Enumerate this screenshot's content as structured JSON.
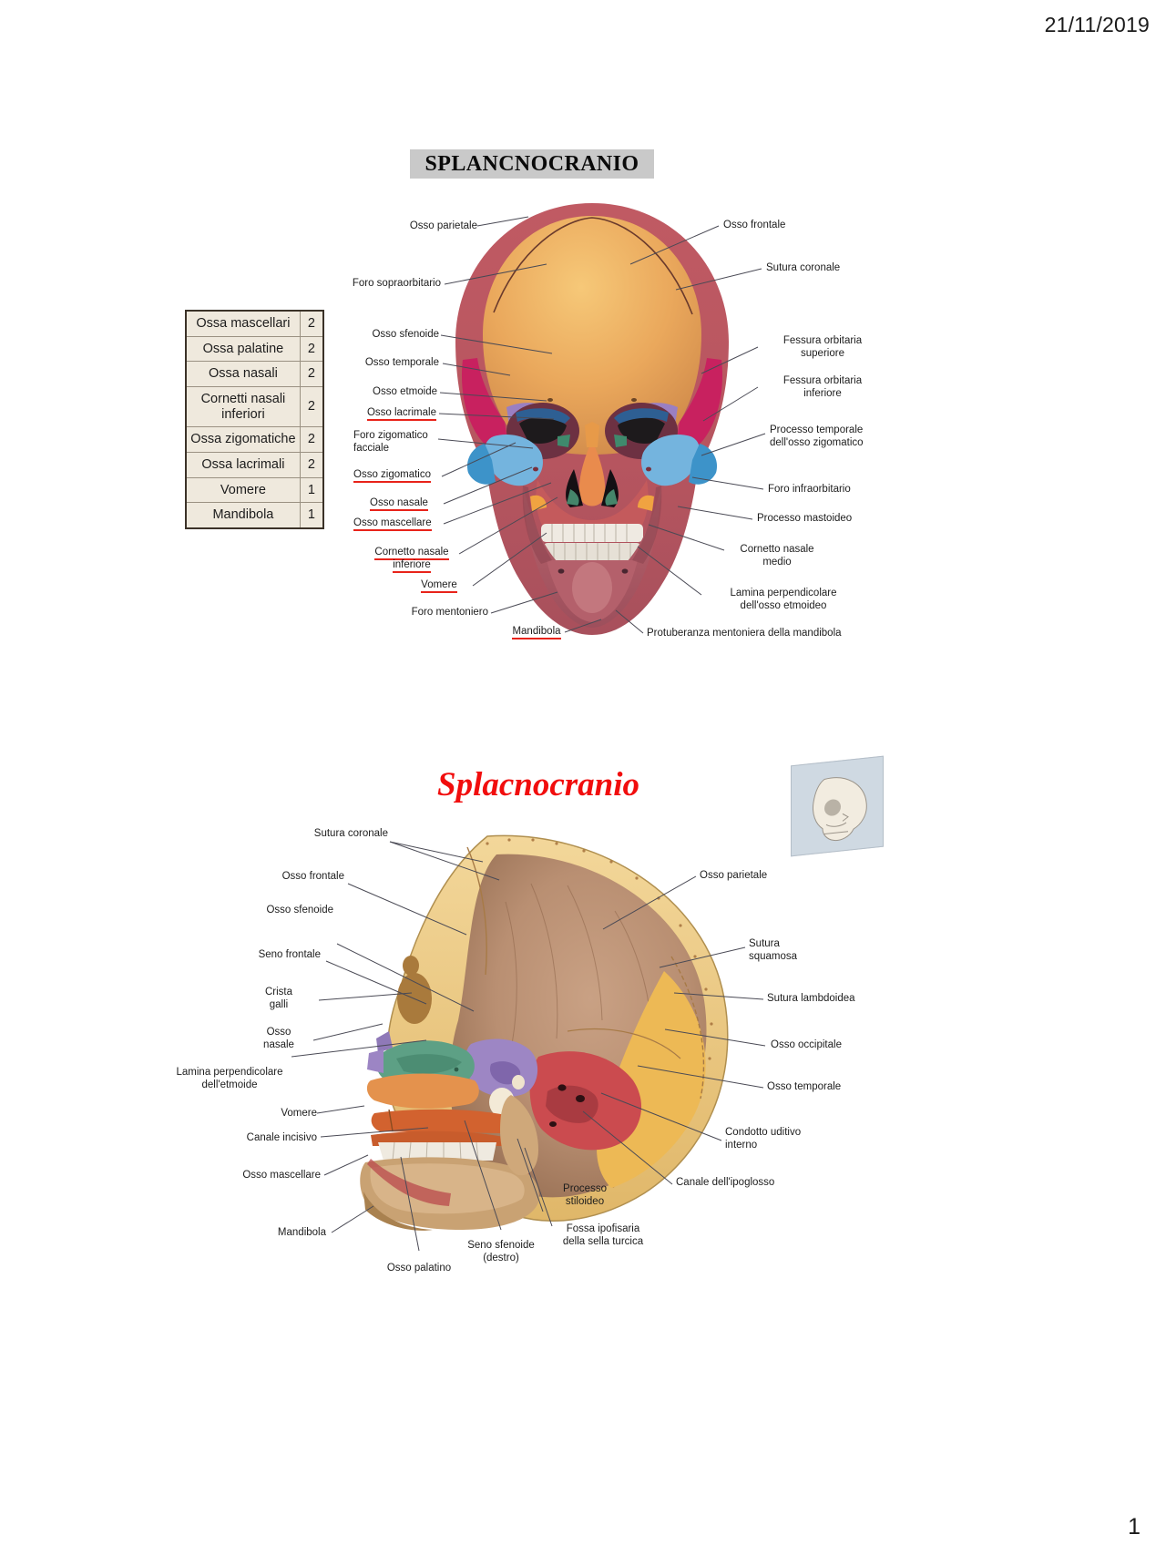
{
  "document": {
    "date": "21/11/2019",
    "page_number": "1"
  },
  "slide1": {
    "title": "SPLANCNOCRANIO",
    "table": {
      "rows": [
        {
          "name": "Ossa mascellari",
          "count": "2"
        },
        {
          "name": "Ossa palatine",
          "count": "2"
        },
        {
          "name": "Ossa nasali",
          "count": "2"
        },
        {
          "name": "Cornetti nasali\ninferiori",
          "count": "2"
        },
        {
          "name": "Ossa zigomatiche",
          "count": "2"
        },
        {
          "name": "Ossa lacrimali",
          "count": "2"
        },
        {
          "name": "Vomere",
          "count": "1"
        },
        {
          "name": "Mandibola",
          "count": "1"
        }
      ]
    },
    "labels_left": [
      {
        "text": "Osso parietale",
        "underline": false
      },
      {
        "text": "Foro sopraorbitario",
        "underline": false
      },
      {
        "text": "Osso sfenoide",
        "underline": false
      },
      {
        "text": "Osso temporale",
        "underline": false
      },
      {
        "text": "Osso etmoide",
        "underline": false
      },
      {
        "text": "Osso lacrimale",
        "underline": true
      },
      {
        "text": "Foro zigomatico\nfacciale",
        "underline": false
      },
      {
        "text": "Osso zigomatico",
        "underline": true
      },
      {
        "text": "Osso nasale",
        "underline": true
      },
      {
        "text": "Osso mascellare",
        "underline": true
      },
      {
        "text": "Cornetto nasale\ninferiore",
        "underline": true
      },
      {
        "text": "Vomere",
        "underline": true
      },
      {
        "text": "Foro mentoniero",
        "underline": false
      },
      {
        "text": "Mandibola",
        "underline": true
      }
    ],
    "labels_right": [
      {
        "text": "Osso frontale"
      },
      {
        "text": "Sutura coronale"
      },
      {
        "text": "Fessura orbitaria\nsuperiore"
      },
      {
        "text": "Fessura orbitaria\ninferiore"
      },
      {
        "text": "Processo temporale\ndell'osso zigomatico"
      },
      {
        "text": "Foro infraorbitario"
      },
      {
        "text": "Processo mastoideo"
      },
      {
        "text": "Cornetto nasale\nmedio"
      },
      {
        "text": "Lamina perpendicolare\ndell'osso etmoideo"
      },
      {
        "text": "Protuberanza mentoniera della mandibola"
      }
    ]
  },
  "slide2": {
    "title": "Splacnocranio",
    "labels_left": [
      {
        "text": "Sutura coronale"
      },
      {
        "text": "Osso frontale"
      },
      {
        "text": "Osso sfenoide"
      },
      {
        "text": "Seno frontale"
      },
      {
        "text": "Crista\ngalli"
      },
      {
        "text": "Osso\nnasale"
      },
      {
        "text": "Lamina perpendicolare\ndell'etmoide"
      },
      {
        "text": "Vomere"
      },
      {
        "text": "Canale incisivo"
      },
      {
        "text": "Osso mascellare"
      },
      {
        "text": "Mandibola"
      }
    ],
    "labels_right": [
      {
        "text": "Osso parietale"
      },
      {
        "text": "Sutura\nsquamosa"
      },
      {
        "text": "Sutura lambdoidea"
      },
      {
        "text": "Osso occipitale"
      },
      {
        "text": "Osso temporale"
      },
      {
        "text": "Condotto uditivo\ninterno"
      },
      {
        "text": "Canale dell'ipoglosso"
      }
    ],
    "labels_bottom": [
      {
        "text": "Osso palatino"
      },
      {
        "text": "Seno sfenoide\n(destro)"
      },
      {
        "text": "Processo\nstiloideo"
      },
      {
        "text": "Fossa ipofisaria\ndella sella turcica"
      }
    ]
  },
  "colors": {
    "title_banner_bg": "#c9c9c9",
    "title_red": "#f10d0d",
    "underline_red": "#e8231a",
    "table_bg": "#efe9dd",
    "table_border": "#3b3228",
    "leader_line": "#4a4a55"
  }
}
